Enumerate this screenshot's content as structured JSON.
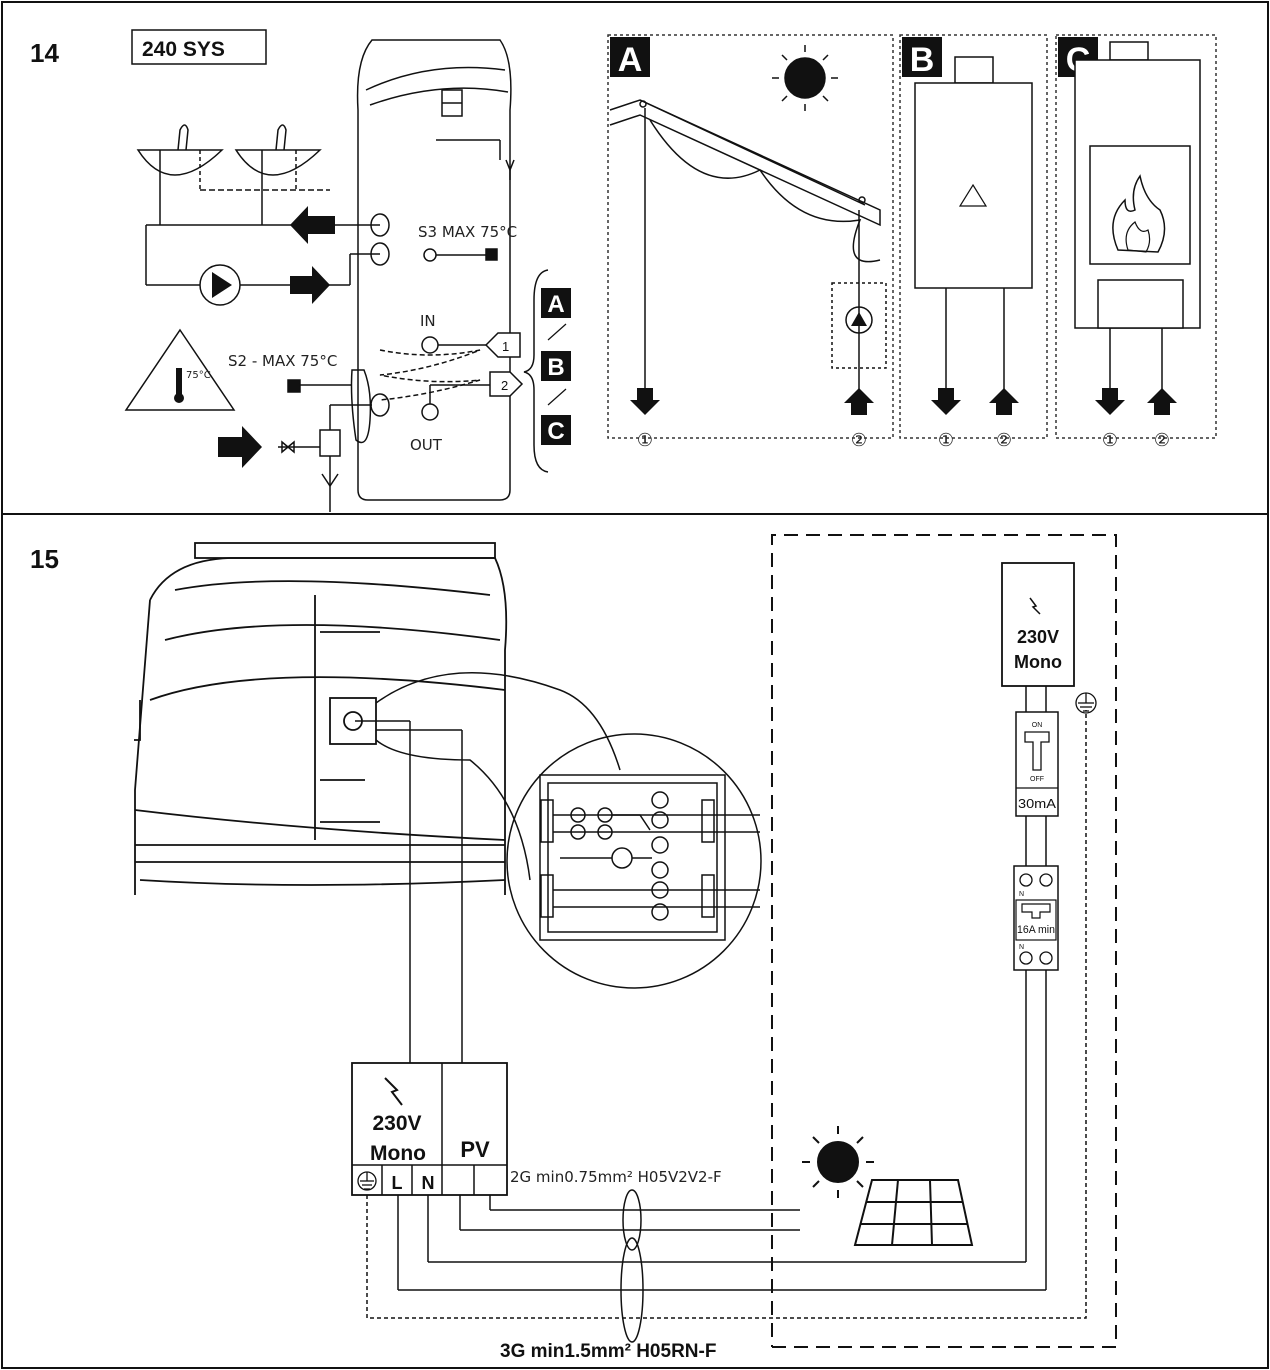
{
  "figure14": {
    "number": "14",
    "model_label": "240 SYS",
    "s3_label": "S3 MAX 75°C",
    "s2_label": "S2 - MAX 75°C",
    "in_label": "IN",
    "out_label": "OUT",
    "thermo_label": "75°C",
    "port_1": "1",
    "port_2": "2",
    "option_a": "A",
    "option_b": "B",
    "option_c": "C",
    "circle_1": "①",
    "circle_2": "②"
  },
  "figure15": {
    "number": "15",
    "supply_voltage": "230V",
    "supply_phase": "Mono",
    "rcd_rating": "30mA",
    "rcd_on": "ON",
    "rcd_off": "OFF",
    "breaker_rating": "16A min",
    "breaker_n": "N",
    "unit_voltage": "230V",
    "unit_phase": "Mono",
    "pv_label": "PV",
    "terminal_l": "L",
    "terminal_n": "N",
    "cable_pv": "2G min0.75mm² H05V2V2-F",
    "cable_main": "3G min1.5mm² H05RN-F"
  }
}
